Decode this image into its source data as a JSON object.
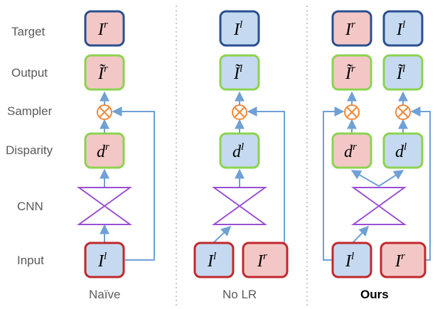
{
  "row_labels": {
    "target": "Target",
    "output": "Output",
    "sampler": "Sampler",
    "disparity": "Disparity",
    "cnn": "CNN",
    "input": "Input"
  },
  "column_labels": {
    "naive": "Naïve",
    "no_lr": "No LR",
    "ours": "Ours"
  },
  "symbols": {
    "I": "I",
    "d": "d",
    "tilde_I": "Ĩ",
    "right": "r",
    "left": "l"
  },
  "colors": {
    "pink_fill": "#f4c7c7",
    "blue_fill": "#c5daf0",
    "red_border": "#c0282b",
    "navy_border": "#2a4f8f",
    "green_border": "#8bd34f",
    "sampler_orange": "#f08a3c",
    "cnn_purple": "#9a4fd4",
    "arrow_blue": "#6fa0d6",
    "divider": "#c8c8c8"
  }
}
